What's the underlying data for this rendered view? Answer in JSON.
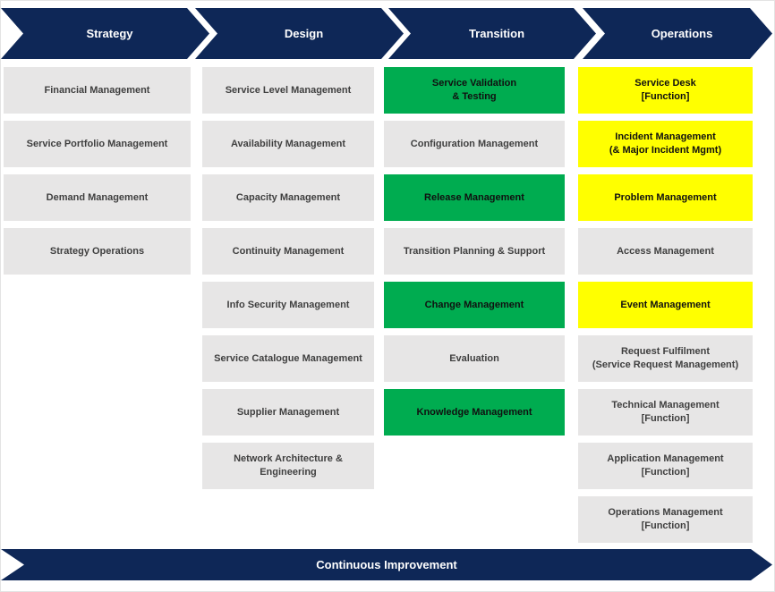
{
  "palette": {
    "navy": "#0e2757",
    "green": "#00ac50",
    "yellow": "#ffff00",
    "gray": "#e7e6e6"
  },
  "phases": [
    {
      "label": "Strategy"
    },
    {
      "label": "Design"
    },
    {
      "label": "Transition"
    },
    {
      "label": "Operations"
    }
  ],
  "columns": [
    {
      "phase": "Strategy",
      "items": [
        {
          "label": "Financial Management",
          "color": "gray"
        },
        {
          "label": "Service Portfolio Management",
          "color": "gray"
        },
        {
          "label": "Demand Management",
          "color": "gray"
        },
        {
          "label": "Strategy Operations",
          "color": "gray"
        }
      ]
    },
    {
      "phase": "Design",
      "items": [
        {
          "label": "Service Level Management",
          "color": "gray"
        },
        {
          "label": "Availability Management",
          "color": "gray"
        },
        {
          "label": "Capacity Management",
          "color": "gray"
        },
        {
          "label": "Continuity Management",
          "color": "gray"
        },
        {
          "label": "Info Security Management",
          "color": "gray"
        },
        {
          "label": "Service Catalogue Management",
          "color": "gray"
        },
        {
          "label": "Supplier Management",
          "color": "gray"
        },
        {
          "label": "Network Architecture &\nEngineering",
          "color": "gray"
        }
      ]
    },
    {
      "phase": "Transition",
      "items": [
        {
          "label": "Service Validation\n& Testing",
          "color": "green"
        },
        {
          "label": "Configuration Management",
          "color": "gray"
        },
        {
          "label": "Release Management",
          "color": "green"
        },
        {
          "label": "Transition Planning & Support",
          "color": "gray"
        },
        {
          "label": "Change Management",
          "color": "green"
        },
        {
          "label": "Evaluation",
          "color": "gray"
        },
        {
          "label": "Knowledge Management",
          "color": "green"
        }
      ]
    },
    {
      "phase": "Operations",
      "items": [
        {
          "label": "Service Desk\n[Function]",
          "color": "yellow"
        },
        {
          "label": "Incident Management\n(& Major Incident Mgmt)",
          "color": "yellow"
        },
        {
          "label": "Problem Management",
          "color": "yellow"
        },
        {
          "label": "Access Management",
          "color": "gray"
        },
        {
          "label": "Event Management",
          "color": "yellow"
        },
        {
          "label": "Request Fulfilment\n(Service Request Management)",
          "color": "gray"
        },
        {
          "label": "Technical Management\n[Function]",
          "color": "gray"
        },
        {
          "label": "Application Management\n[Function]",
          "color": "gray"
        },
        {
          "label": "Operations Management\n[Function]",
          "color": "gray"
        }
      ]
    }
  ],
  "footer": {
    "label": "Continuous Improvement"
  }
}
